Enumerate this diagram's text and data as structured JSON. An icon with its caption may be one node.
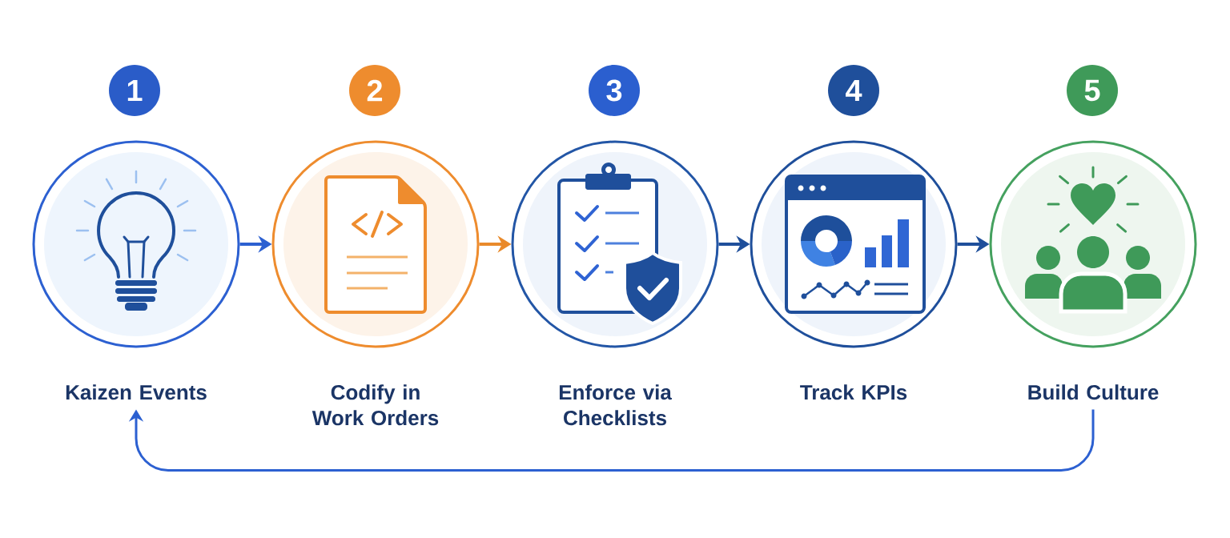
{
  "diagram": {
    "nodes": [
      {
        "text": [
          "1"
        ]
      },
      {
        "text": [
          "Kaizen Events"
        ]
      },
      {
        "text": [
          "2"
        ]
      },
      {
        "text": [
          "Codify in Work Orders"
        ]
      },
      {
        "text": [
          "3"
        ]
      },
      {
        "text": [
          "Enforce via Checklists"
        ]
      },
      {
        "text": [
          "4"
        ]
      },
      {
        "text": [
          "Track KPIs"
        ]
      },
      {
        "text": [
          "5"
        ]
      },
      {
        "text": [
          "Build Culture"
        ]
      }
    ],
    "edges": [
      {
        "from": 1,
        "to": 3,
        "arrow": "to"
      },
      {
        "from": 3,
        "to": 5,
        "arrow": "to",
        "color": "#e98a2b"
      },
      {
        "from": 5,
        "to": 7,
        "arrow": "to",
        "color": "#1f4f9b"
      },
      {
        "from": 7,
        "to": 9,
        "arrow": "to",
        "color": "#1f4f9b"
      },
      {
        "from": 9,
        "to": 1,
        "arrow": "to"
      }
    ]
  }
}
